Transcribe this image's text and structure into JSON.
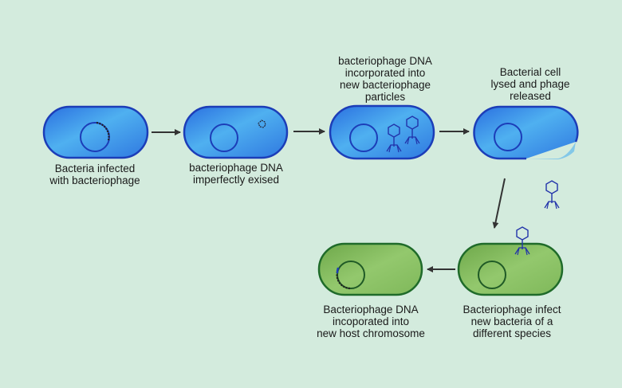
{
  "labels": {
    "step1": [
      "Bacteria infected",
      "with bacteriophage"
    ],
    "step2": [
      "bacteriophage DNA",
      "imperfectly exised"
    ],
    "step3": [
      "bacteriophage DNA",
      "incorporated into",
      "new bacteriophage",
      "particles"
    ],
    "step4": [
      "Bacterial cell",
      "lysed and phage",
      "released"
    ],
    "step5": [
      "Bacteriophage infect",
      "new bacteria of a",
      "different species"
    ],
    "step6": [
      "Bacteriophage DNA",
      "incoporated into",
      "new host chromosome"
    ]
  },
  "icons": {
    "bacterium": "bacterium-icon",
    "chromosome": "chromosome-icon",
    "phage": "bacteriophage-icon",
    "arrow": "arrow-icon"
  },
  "colors": {
    "background": "#d3ebdd",
    "blue_cell_fill": "#4aa8ea",
    "blue_cell_stroke": "#1c3db8",
    "green_cell_fill": "#8bc165",
    "green_cell_stroke": "#1f6b2a",
    "phage": "#2233aa",
    "arrow": "#333333"
  }
}
